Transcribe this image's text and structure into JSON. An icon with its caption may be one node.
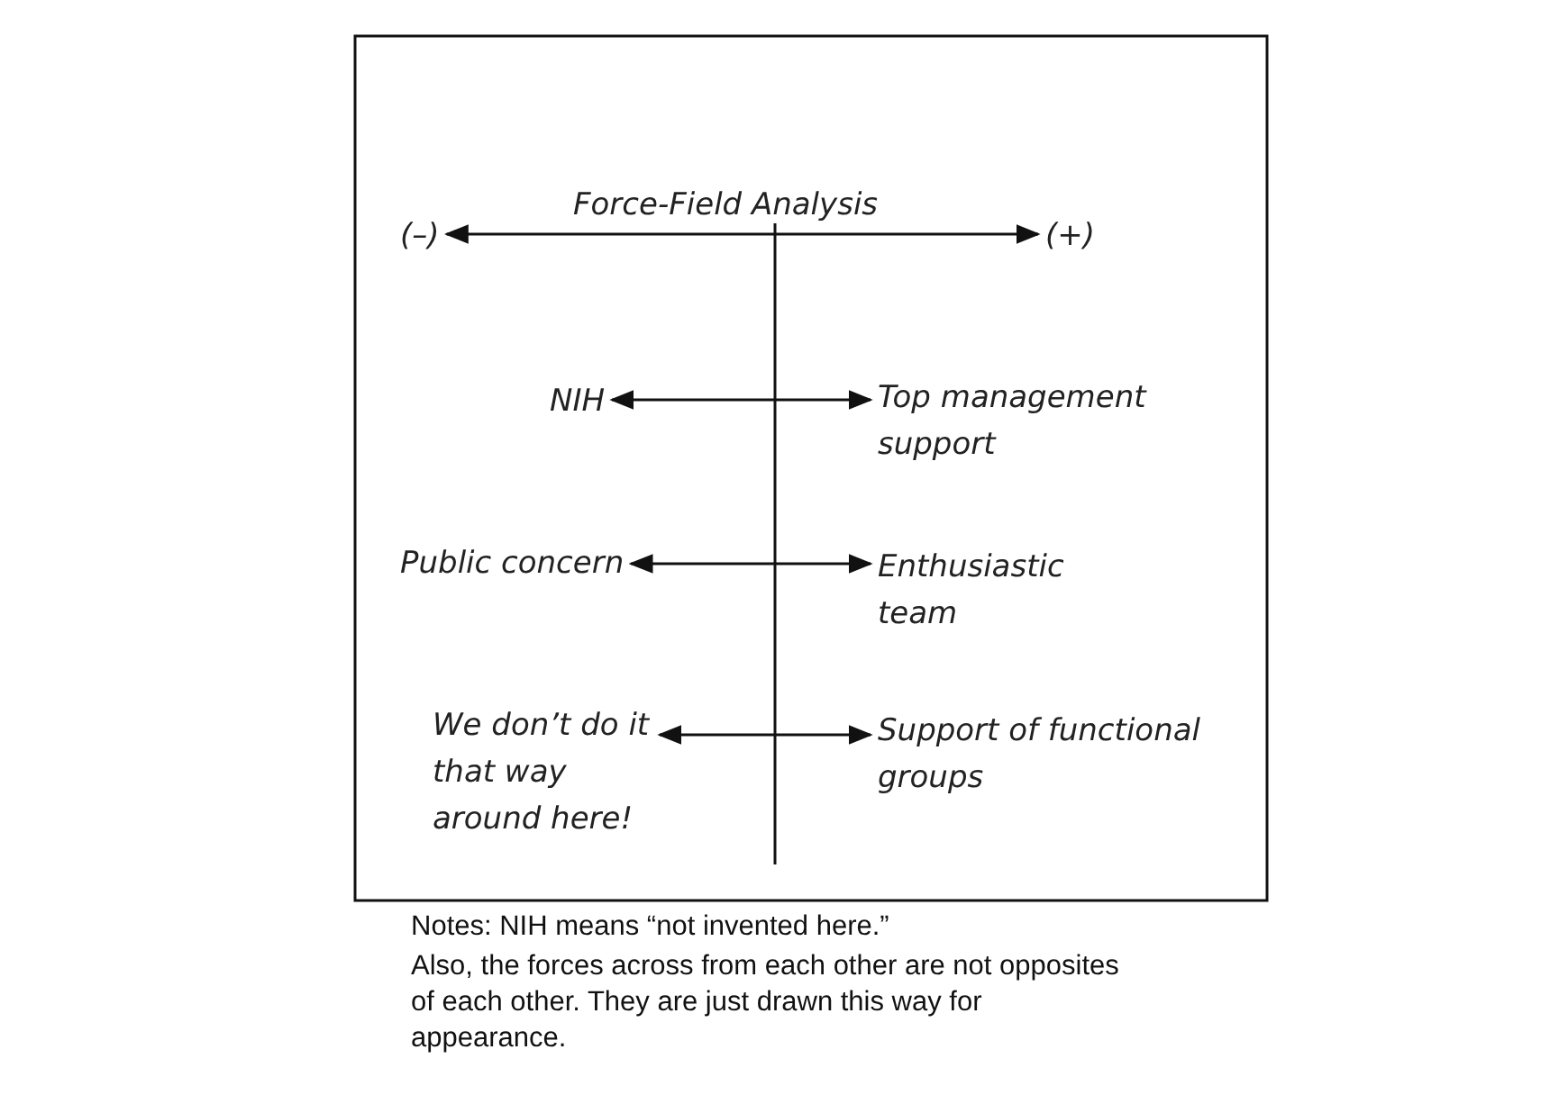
{
  "diagram": {
    "title": "Force-Field Analysis",
    "nodes": [
      {
        "text": [
          "(–)"
        ]
      },
      {
        "text": [
          "(+)"
        ]
      },
      {
        "text": [
          "NIH"
        ]
      },
      {
        "text": [
          "Top management support"
        ]
      },
      {
        "text": [
          "Public concern"
        ]
      },
      {
        "text": [
          "Enthusiastic team"
        ]
      },
      {
        "text": [
          "We don’t do it that way around here!"
        ]
      },
      {
        "text": [
          "Support of functional groups"
        ]
      }
    ],
    "edges": [
      {
        "from": 0,
        "to": 1,
        "arrow": "both"
      },
      {
        "from": 2,
        "to": 3,
        "arrow": "both"
      },
      {
        "from": 4,
        "to": 5,
        "arrow": "both"
      },
      {
        "from": 6,
        "to": 7,
        "arrow": "both"
      }
    ],
    "labels": [
      "Notes: NIH means “not invented here.”",
      "Also, the forces across from each other are not opposites of each other. They are just drawn this way for appearance."
    ]
  }
}
